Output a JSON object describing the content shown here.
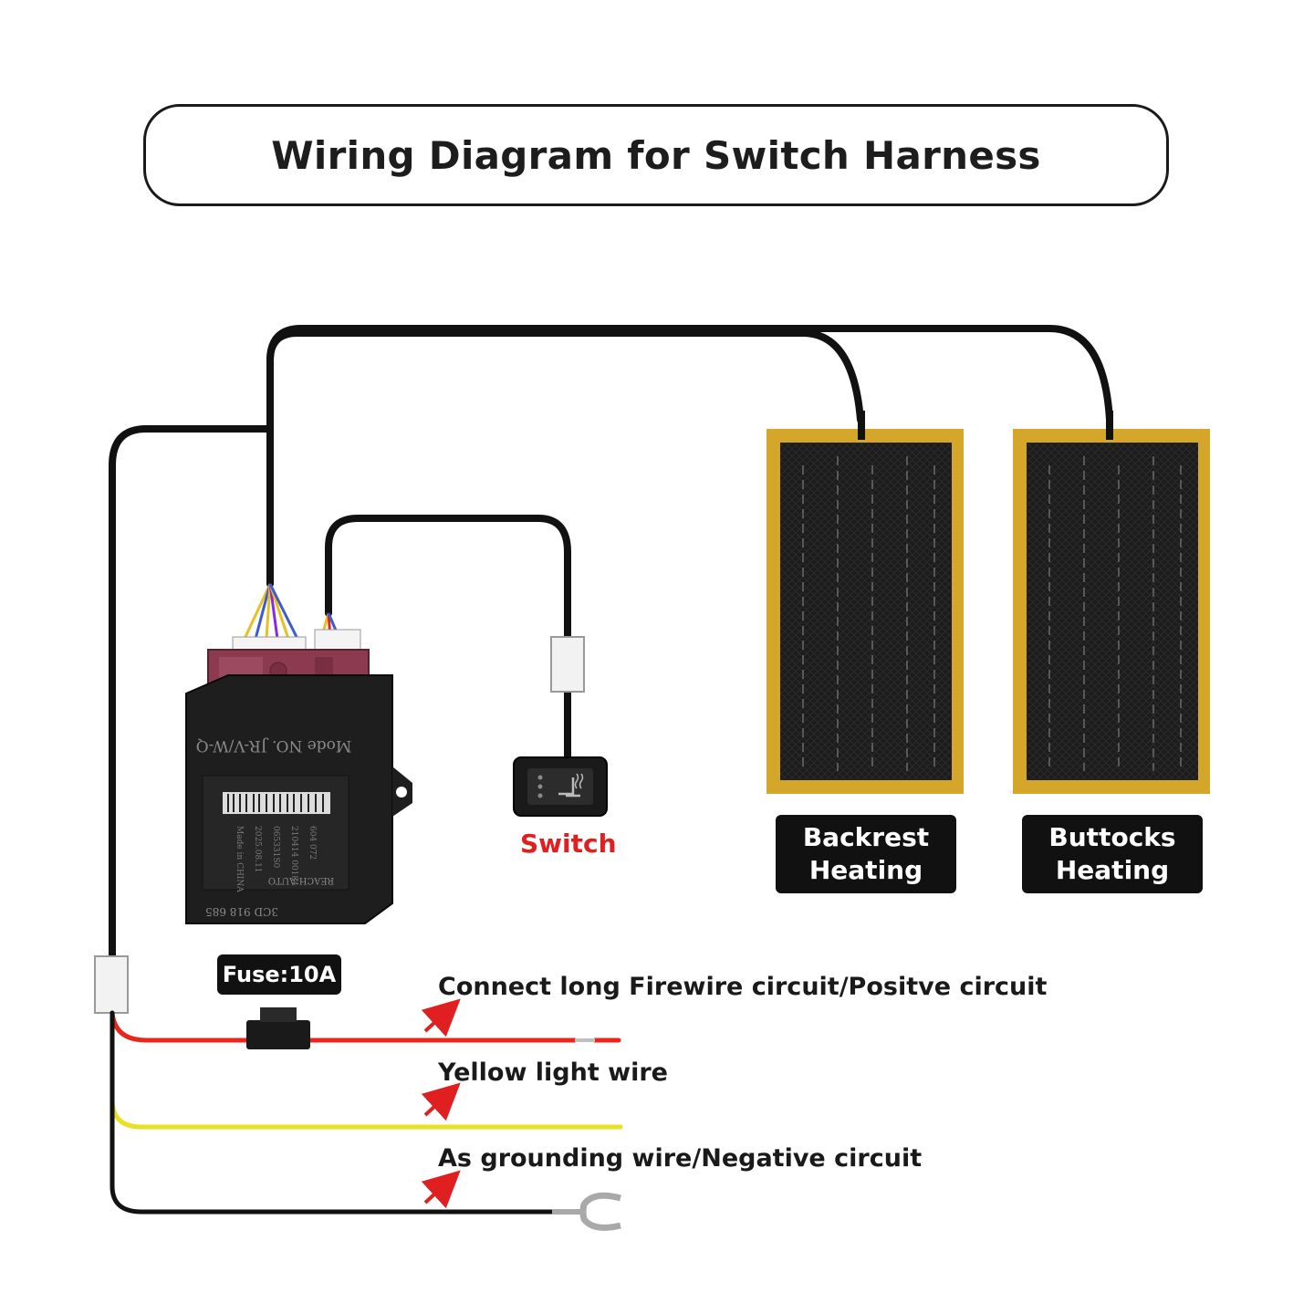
{
  "title": "Wiring Diagram for Switch Harness",
  "components": {
    "backrest_label_line1": "Backrest",
    "backrest_label_line2": "Heating",
    "buttocks_label_line1": "Buttocks",
    "buttocks_label_line2": "Heating",
    "switch_label": "Switch",
    "fuse_label": "Fuse:10A"
  },
  "module_markings": {
    "mode": "Mode NO. JR-V/W-Q",
    "part_no": "3CD 918 685",
    "maker": "REACH-AUTO",
    "barcode_lines": [
      "604 072",
      "210414 00184",
      "065331S0",
      "2025.08.11",
      "Made in CHINA"
    ]
  },
  "annotations": {
    "positive": "Connect long Firewire circuit/Positve circuit",
    "yellow": "Yellow light wire",
    "ground": "As grounding wire/Negative circuit"
  },
  "colors": {
    "wire_black": "#111111",
    "wire_red": "#e8261c",
    "wire_yellow": "#e8e020",
    "pad_border": "#d4a62a",
    "pad_fill": "#1c1c1c",
    "connector_maroon": "#8b3a4f",
    "arrow_red": "#e02020"
  }
}
